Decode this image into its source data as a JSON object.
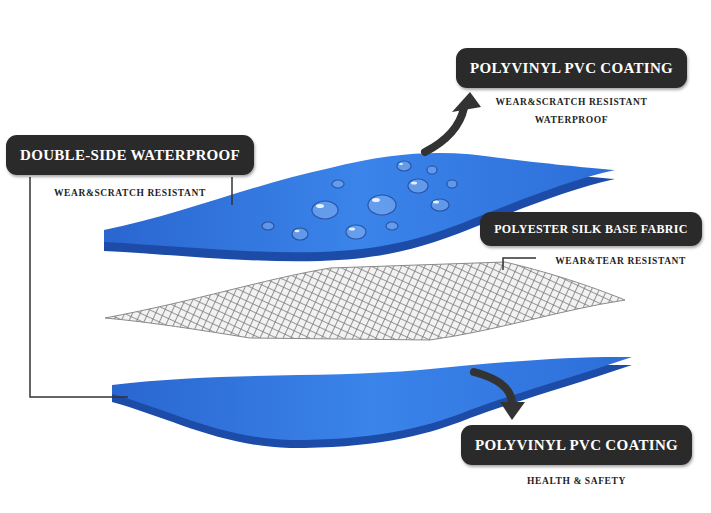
{
  "diagram": {
    "nodes": [
      {
        "text": [
          "POLYVINYL PVC COATING",
          "WEAR&SCRATCH RESISTANT WATERPROOF"
        ]
      },
      {
        "text": [
          "DOUBLE-SIDE WATERPROOF",
          "WEAR&SCRATCH RESISTANT"
        ]
      },
      {
        "text": [
          "POLYESTER SILK BASE FABRIC",
          "WEAR&TEAR RESISTANT"
        ]
      },
      {
        "text": [
          "POLYVINYL PVC COATING",
          "HEALTH & SAFETY"
        ]
      }
    ]
  }
}
